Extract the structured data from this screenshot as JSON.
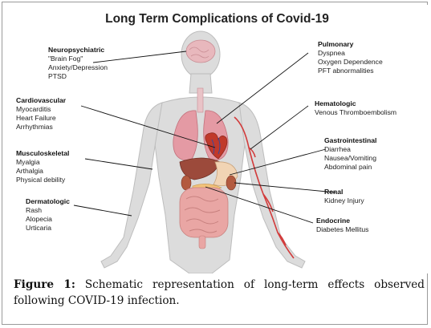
{
  "title": "Long Term Complications of Covid-19",
  "categories": [
    {
      "key": "neuro",
      "heading": "Neuropsychiatric",
      "items": [
        "\"Brain Fog\"",
        "Anxiety/Depression",
        "PTSD"
      ]
    },
    {
      "key": "cardio",
      "heading": "Cardiovascular",
      "items": [
        "Myocarditis",
        "Heart Failure",
        "Arrhythmias"
      ]
    },
    {
      "key": "musculo",
      "heading": "Musculoskeletal",
      "items": [
        "Myalgia",
        "Arthalgia",
        "Physical debility"
      ]
    },
    {
      "key": "derm",
      "heading": "Dermatologic",
      "items": [
        "Rash",
        "Alopecia",
        "Urticaria"
      ]
    },
    {
      "key": "pulm",
      "heading": "Pulmonary",
      "items": [
        "Dyspnea",
        "Oxygen Dependence",
        "PFT abnormalities"
      ]
    },
    {
      "key": "hema",
      "heading": "Hematologic",
      "items": [
        "Venous Thromboembolism"
      ]
    },
    {
      "key": "gi",
      "heading": "Gastrointestinal",
      "items": [
        "Diarrhea",
        "Nausea/Vomiting",
        "Abdominal pain"
      ]
    },
    {
      "key": "renal",
      "heading": "Renal",
      "items": [
        "Kidney Injury"
      ]
    },
    {
      "key": "endo",
      "heading": "Endocrine",
      "items": [
        "Diabetes Mellitus"
      ]
    }
  ],
  "caption": {
    "label": "Figure 1:",
    "text": "Schematic representation of long-term effects observed following COVID-19 infection."
  },
  "colors": {
    "body_fill": "#dcdcdc",
    "body_stroke": "#b9b9b9",
    "brain": "#e8b8bd",
    "lungs": "#e49aa4",
    "heart": "#c0392b",
    "liver": "#9c4a3b",
    "intestine": "#e9a6a4",
    "vein": "#d23b3b",
    "leader_line": "#111111"
  }
}
